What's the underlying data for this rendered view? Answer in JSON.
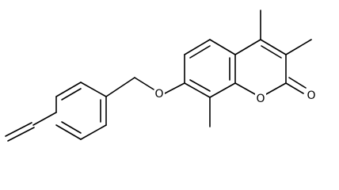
{
  "molecule": {
    "atom_labels": {
      "ether_oxygen": "O",
      "ring_oxygen": "O",
      "carbonyl_oxygen": "O"
    },
    "line_color": "#000000",
    "background_color": "#ffffff"
  }
}
